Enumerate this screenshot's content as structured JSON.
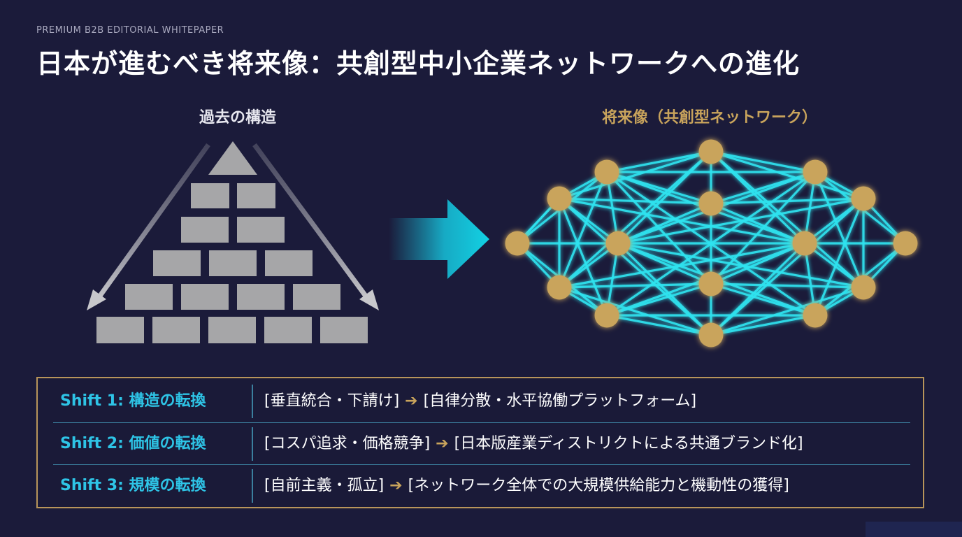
{
  "header": {
    "eyebrow": "PREMIUM B2B EDITORIAL WHITEPAPER",
    "title": "日本が進むべき将来像：共創型中小企業ネットワークへの進化"
  },
  "diagram": {
    "past_label": "過去の構造",
    "future_label": "将来像（共創型ネットワーク）",
    "transition_icon": "arrow-right-icon",
    "colors": {
      "background": "#1b1b3a",
      "pyramid_block": "#a6a6a8",
      "network_node": "#c9a45c",
      "network_edge": "#2fe3f0",
      "accent_gold": "#c9a45c",
      "accent_cyan": "#2ec4e6"
    }
  },
  "shifts": [
    {
      "label": "Shift 1: 構造の転換",
      "from": "[垂直統合・下請け]",
      "arrow": "➔",
      "to": "[自律分散・水平協働プラットフォーム]"
    },
    {
      "label": "Shift 2: 価値の転換",
      "from": "[コスパ追求・価格競争]",
      "arrow": "➔",
      "to": "[日本版産業ディストリクトによる共通ブランド化]"
    },
    {
      "label": "Shift 3: 規模の転換",
      "from": "[自前主義・孤立]",
      "arrow": "➔",
      "to": "[ネットワーク全体での大規模供給能力と機動性の獲得]"
    }
  ]
}
